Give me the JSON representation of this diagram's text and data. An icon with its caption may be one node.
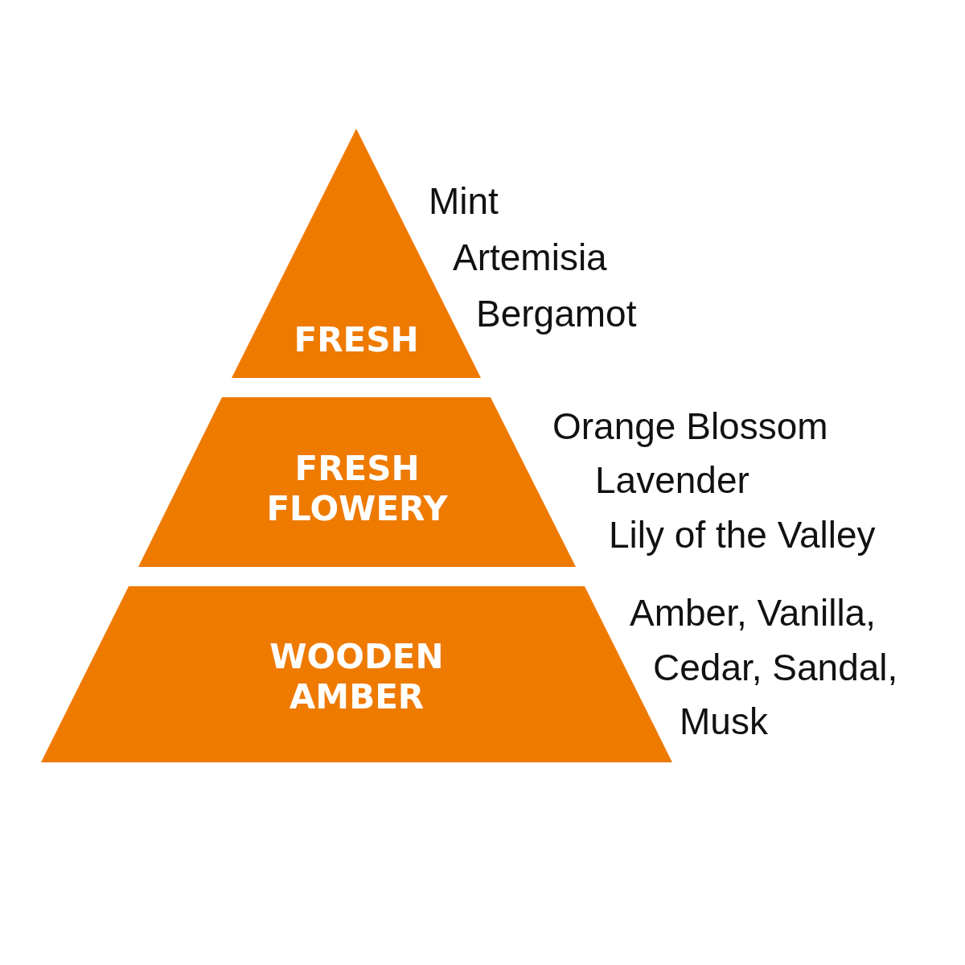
{
  "diagram": {
    "nodes": [
      {
        "text": [
          "FRESH"
        ],
        "beside": [
          "Mint",
          "Artemisia",
          "Bergamot"
        ]
      },
      {
        "text": [
          "FRESH FLOWERY"
        ],
        "beside": [
          "Orange Blossom",
          "Lavender",
          "Lily of the Valley"
        ]
      },
      {
        "text": [
          "WOODEN AMBER"
        ],
        "beside": [
          "Amber, Vanilla,",
          "Cedar, Sandal,",
          "Musk"
        ]
      }
    ]
  }
}
